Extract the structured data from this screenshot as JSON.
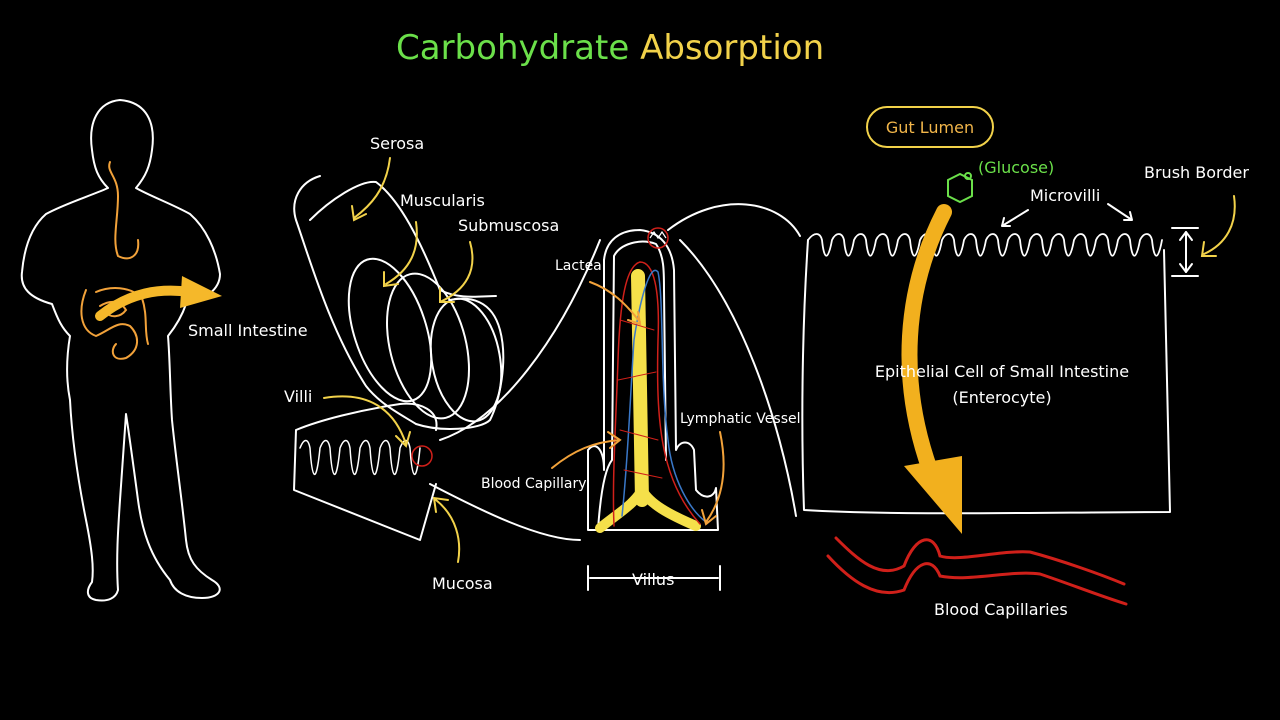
{
  "title": {
    "part1": "Carbohydrate",
    "part2": "Absorption"
  },
  "labels": {
    "small_intestine": "Small Intestine",
    "serosa": "Serosa",
    "muscularis": "Muscularis",
    "submuscosa": "Submuscosa",
    "villi": "Villi",
    "mucosa": "Mucosa",
    "lacteal": "Lacteal",
    "lymphatic_vessel": "Lymphatic Vessel",
    "blood_capillary": "Blood Capillary",
    "villus": "Villus",
    "gut_lumen": "Gut Lumen",
    "glucose": "(Glucose)",
    "microvilli": "Microvilli",
    "brush_border": "Brush Border",
    "epithelial_cell_line1": "Epithelial Cell of Small Intestine",
    "epithelial_cell_line2": "(Enterocyte)",
    "blood_capillaries": "Blood Capillaries"
  },
  "colors": {
    "background": "#000000",
    "outline": "#ffffff",
    "yellow": "#f2d24a",
    "orange": "#f2a23a",
    "green": "#6be04a",
    "red": "#d0201a",
    "blue": "#3a78c8"
  }
}
